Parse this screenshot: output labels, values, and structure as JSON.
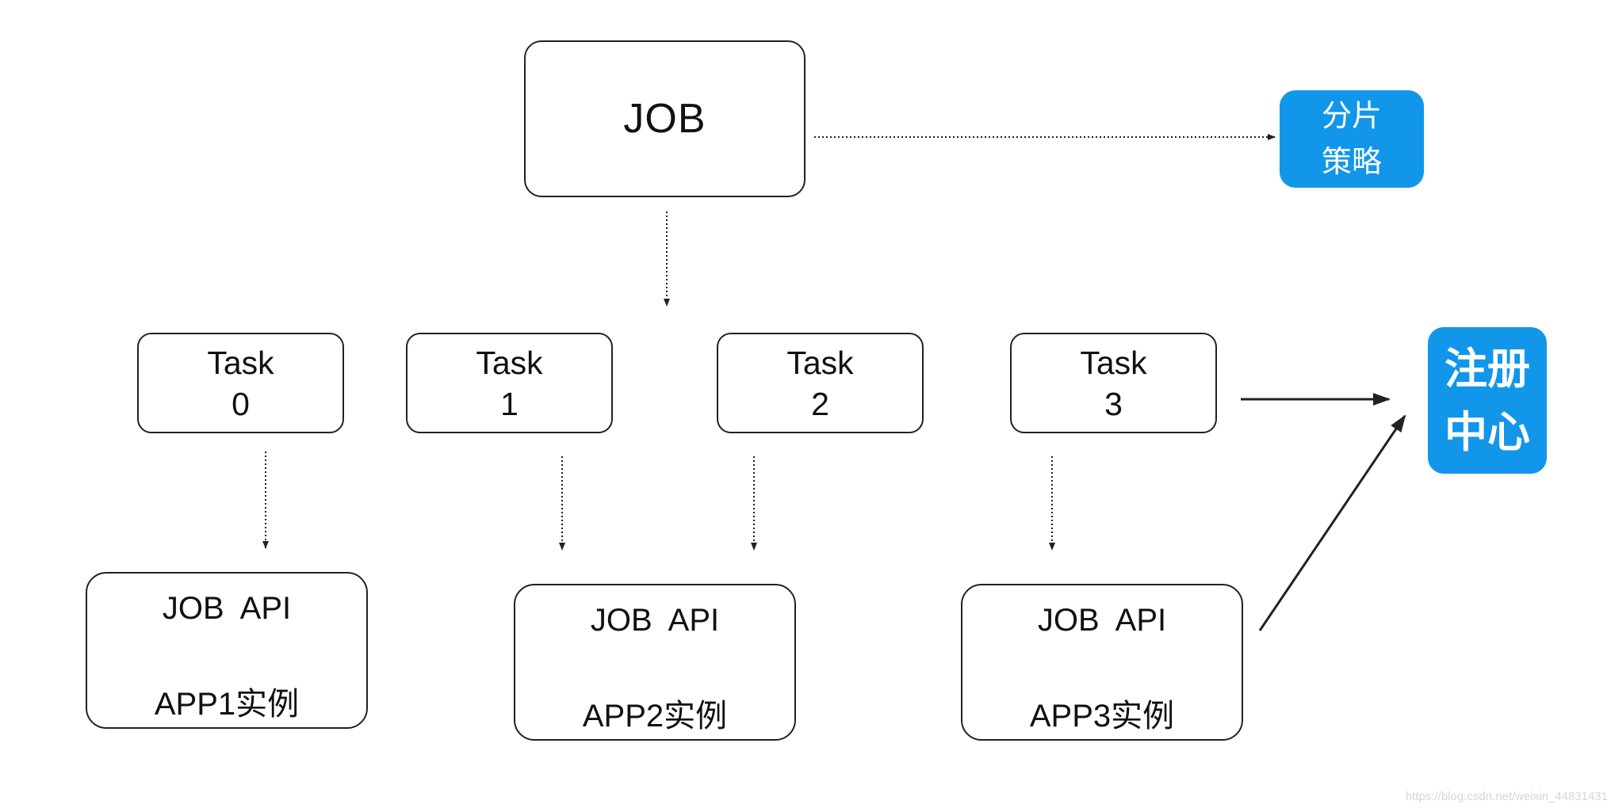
{
  "job": {
    "label": "JOB"
  },
  "strategy": {
    "line1": "分片",
    "line2": "策略"
  },
  "registry": {
    "line1": "注册",
    "line2": "中心"
  },
  "tasks": [
    {
      "word": "Task",
      "index": "0"
    },
    {
      "word": "Task",
      "index": "1"
    },
    {
      "word": "Task",
      "index": "2"
    },
    {
      "word": "Task",
      "index": "3"
    }
  ],
  "instances": [
    {
      "api": "JOB  API",
      "app": "APP1实例"
    },
    {
      "api": "JOB  API",
      "app": "APP2实例"
    },
    {
      "api": "JOB  API",
      "app": "APP3实例"
    }
  ],
  "colors": {
    "accent": "#1296ea",
    "line": "#222222",
    "text": "#111111"
  },
  "watermark": "https://blog.csdn.net/weixin_44831431"
}
